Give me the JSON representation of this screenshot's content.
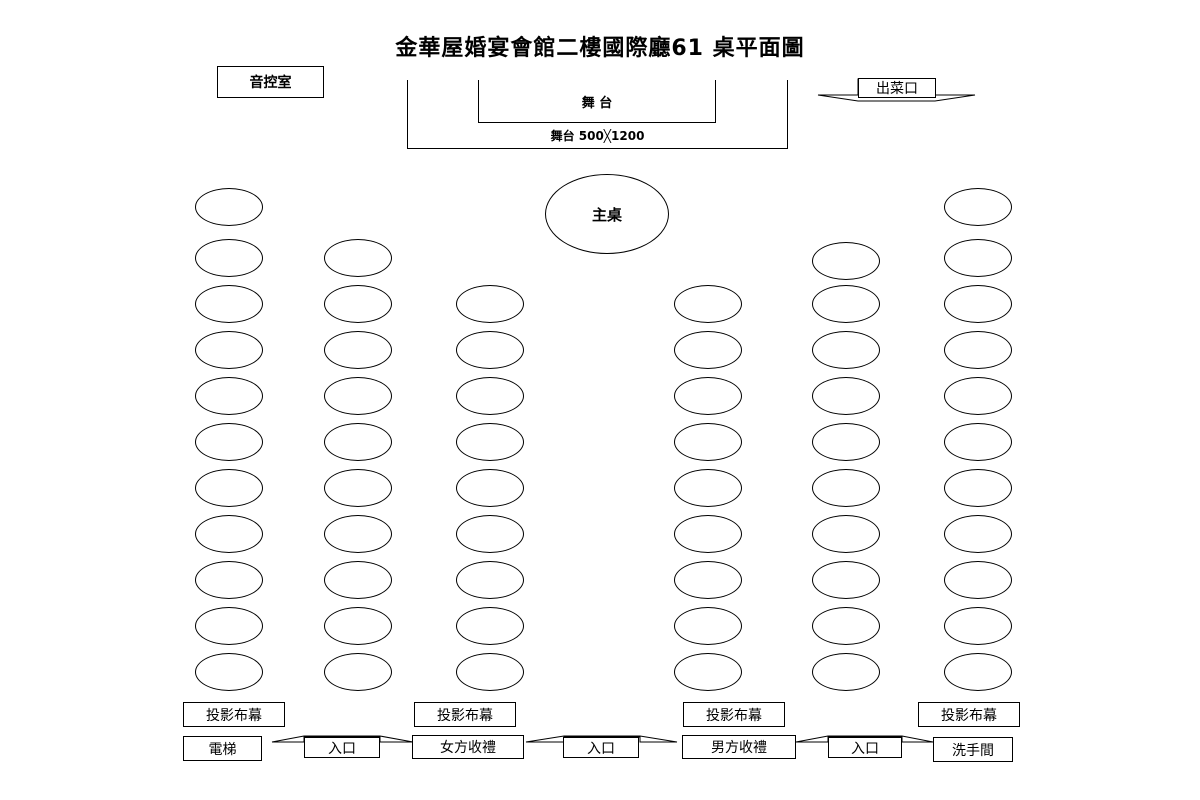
{
  "title": "金華屋婚宴會館二樓國際廳61 桌平面圖",
  "sound_room": "音控室",
  "serving_exit": "出菜口",
  "stage": {
    "label": "舞 台",
    "size_label": "舞台 500╳1200"
  },
  "main_table": "主桌",
  "projection_screen": "投影布幕",
  "elevator": "電梯",
  "entrance": "入口",
  "bride_gift_desk": "女方收禮",
  "groom_gift_desk": "男方收禮",
  "restroom": "洗手間"
}
